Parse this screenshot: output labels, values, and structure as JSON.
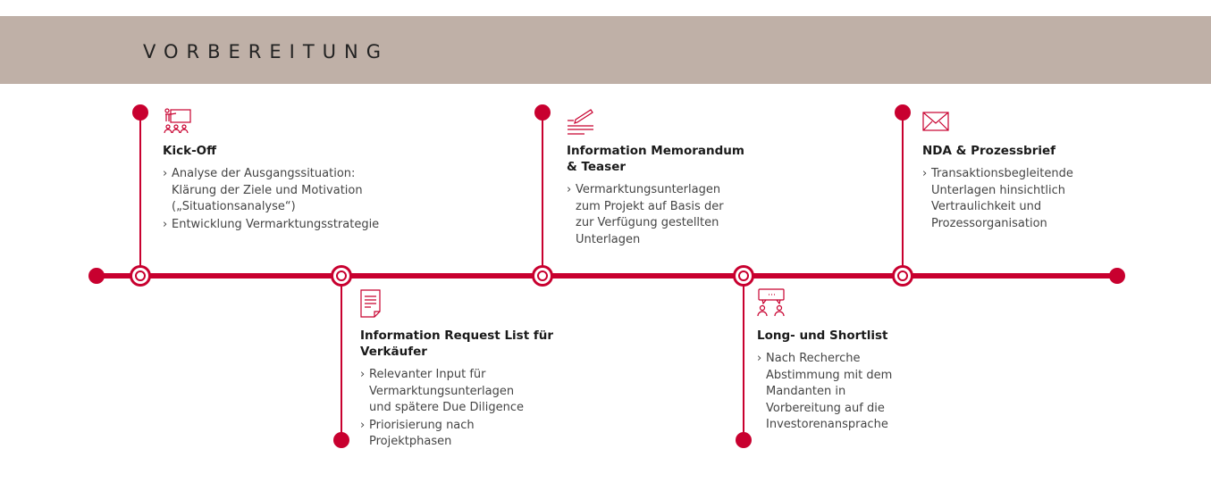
{
  "header": {
    "title": "VORBEREITUNG"
  },
  "colors": {
    "accent": "#c8002f",
    "banner": "#bfb0a7"
  },
  "steps": [
    {
      "icon": "presentation-icon",
      "title": "Kick-Off",
      "bullets": [
        "Analyse der Ausgangssituation: Klärung der Ziele und Motivation („Situationsanalyse“)",
        "Entwicklung Vermarktungsstrategie"
      ]
    },
    {
      "icon": "document-icon",
      "title": "Information Request List für Verkäufer",
      "bullets": [
        "Relevanter Input für Vermarktungsunterlagen und spätere Due Diligence",
        "Priorisierung nach Projektphasen"
      ]
    },
    {
      "icon": "pencil-writing-icon",
      "title": "Information Memorandum & Teaser",
      "bullets": [
        "Vermarktungsunterlagen zum Projekt auf Basis der zur Verfügung gestellten Unterlagen"
      ]
    },
    {
      "icon": "discussion-icon",
      "title": "Long- und Shortlist",
      "bullets": [
        "Nach Recherche Abstimmung mit dem Mandanten in Vorbereitung auf die Investorenansprache"
      ]
    },
    {
      "icon": "envelope-icon",
      "title": "NDA & Prozessbrief",
      "bullets": [
        "Transaktionsbegleitende Unterlagen hinsichtlich Vertraulichkeit und Prozessorganisation"
      ]
    }
  ]
}
